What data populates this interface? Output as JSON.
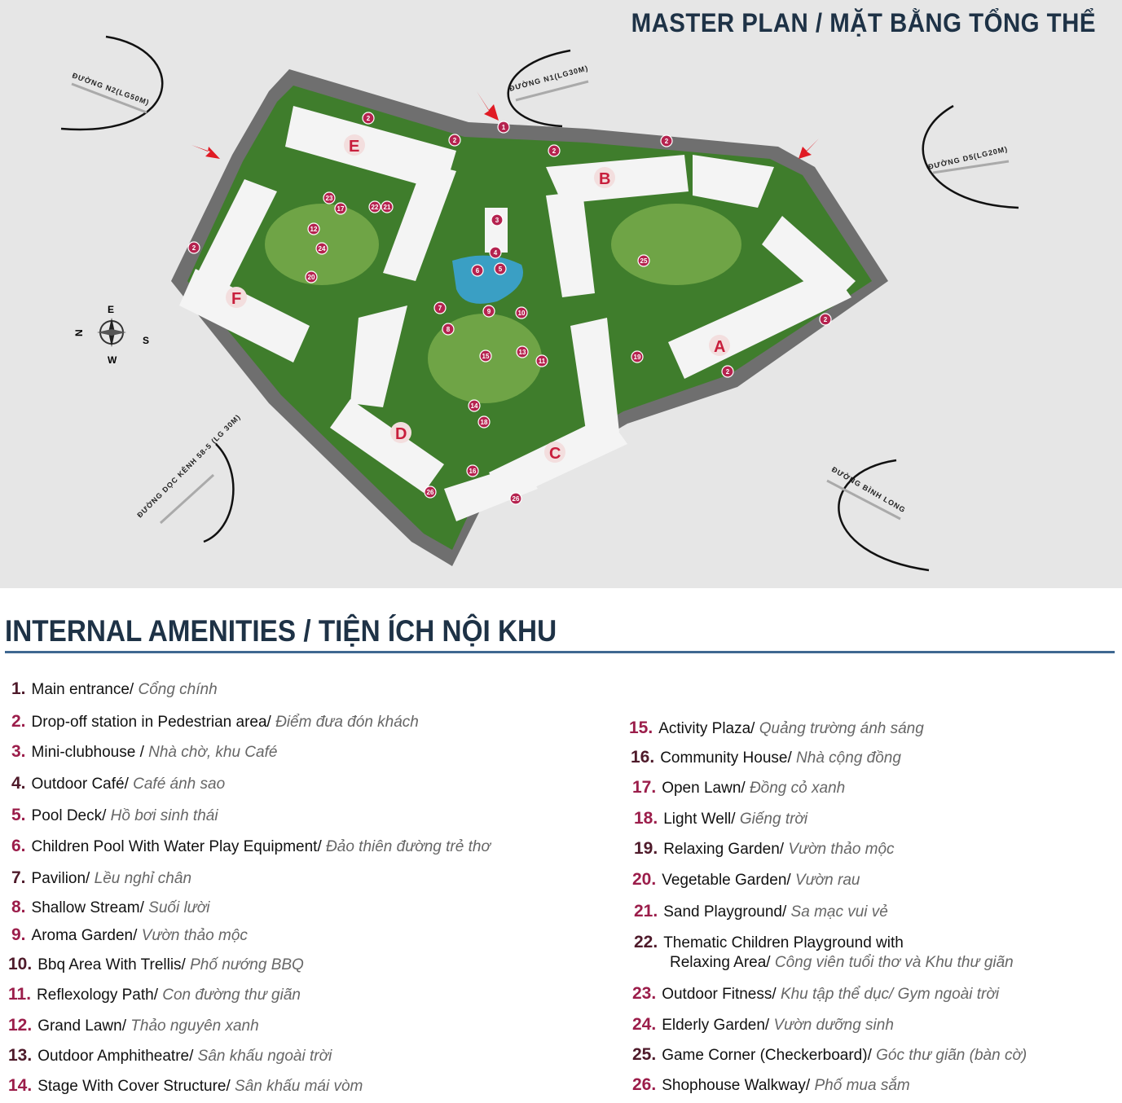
{
  "map": {
    "title": "MASTER PLAN / MẶT BẰNG TỔNG THỂ",
    "roads": [
      "ĐƯỜNG N2(LG50M)",
      "ĐƯỜNG N1(LG30M)",
      "ĐƯỜNG D5(LG20M)",
      "ĐƯỜNG DỌC KÊNH 58-5 (LG 30M)",
      "ĐƯỜNG BÌNH LONG"
    ],
    "blocks": [
      "A",
      "B",
      "C",
      "D",
      "E",
      "F"
    ],
    "compass": [
      "N",
      "E",
      "S",
      "W"
    ],
    "markers": [
      "1",
      "2",
      "2",
      "2",
      "2",
      "2",
      "2",
      "2",
      "3",
      "4",
      "5",
      "6",
      "7",
      "8",
      "9",
      "10",
      "11",
      "12",
      "13",
      "14",
      "15",
      "16",
      "17",
      "18",
      "19",
      "20",
      "21",
      "22",
      "23",
      "24",
      "25",
      "26",
      "26"
    ]
  },
  "amenities": {
    "title": "INTERNAL AMENITIES / TIỆN ÍCH NỘI KHU",
    "items": [
      {
        "num": "1.",
        "en": "Main entrance/",
        "vi": "Cổng chính"
      },
      {
        "num": "2.",
        "en": "Drop-off station in Pedestrian area/",
        "vi": "Điểm đưa đón khách"
      },
      {
        "num": "3.",
        "en": "Mini-clubhouse /",
        "vi": "Nhà chờ, khu Café"
      },
      {
        "num": "4.",
        "en": "Outdoor Café/",
        "vi": "Café ánh sao"
      },
      {
        "num": "5.",
        "en": "Pool Deck/",
        "vi": "Hồ bơi sinh thái"
      },
      {
        "num": "6.",
        "en": "Children Pool With Water Play Equipment/",
        "vi": "Đảo thiên đường trẻ thơ"
      },
      {
        "num": "7.",
        "en": "Pavilion/",
        "vi": "Lều nghỉ chân"
      },
      {
        "num": "8.",
        "en": "Shallow Stream/",
        "vi": "Suối lười"
      },
      {
        "num": "9.",
        "en": "Aroma Garden/",
        "vi": "Vườn thảo mộc"
      },
      {
        "num": "10.",
        "en": "Bbq Area With Trellis/",
        "vi": "Phố nướng BBQ"
      },
      {
        "num": "11.",
        "en": "Reflexology Path/",
        "vi": "Con đường thư giãn"
      },
      {
        "num": "12.",
        "en": "Grand Lawn/",
        "vi": "Thảo nguyên xanh"
      },
      {
        "num": "13.",
        "en": "Outdoor Amphitheatre/",
        "vi": "Sân khấu ngoài trời"
      },
      {
        "num": "14.",
        "en": "Stage With Cover Structure/",
        "vi": "Sân khấu mái vòm"
      },
      {
        "num": "15.",
        "en": "Activity Plaza/",
        "vi": "Quảng trường ánh sáng"
      },
      {
        "num": "16.",
        "en": "Community House/",
        "vi": "Nhà cộng đồng"
      },
      {
        "num": "17.",
        "en": "Open Lawn/",
        "vi": "Đồng cỏ xanh"
      },
      {
        "num": "18.",
        "en": "Light Well/",
        "vi": "Giếng trời"
      },
      {
        "num": "19.",
        "en": "Relaxing Garden/",
        "vi": "Vườn thảo mộc"
      },
      {
        "num": "20.",
        "en": "Vegetable Garden/",
        "vi": "Vườn rau"
      },
      {
        "num": "21.",
        "en": "Sand Playground/",
        "vi": "Sa mạc vui vẻ"
      },
      {
        "num": "22.",
        "en": "Thematic Children Playground with",
        "en2": "Relaxing Area/",
        "vi": "Công viên tuổi thơ và Khu thư giãn"
      },
      {
        "num": "23.",
        "en": "Outdoor Fitness/",
        "vi": "Khu tập thể dục/ Gym ngoài trời"
      },
      {
        "num": "24.",
        "en": "Elderly Garden/",
        "vi": "Vườn dưỡng sinh"
      },
      {
        "num": "25.",
        "en": "Game Corner (Checkerboard)/",
        "vi": "Góc thư giãn (bàn cờ)"
      },
      {
        "num": "26.",
        "en": "Shophouse Walkway/",
        "vi": "Phố mua sắm"
      }
    ]
  },
  "colors": {
    "title": "#1e3246",
    "accent": "#9b1d4a",
    "rule": "#3f6891",
    "green": "#3f7d2c",
    "marker": "#b5234f"
  }
}
